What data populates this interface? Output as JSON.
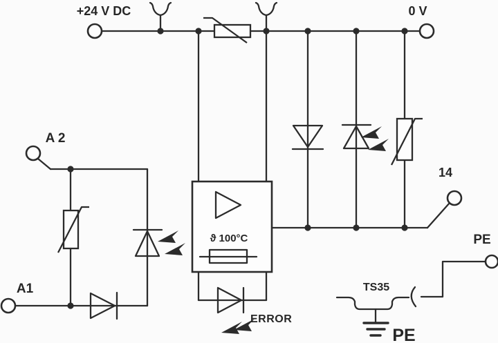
{
  "diagram": {
    "type": "wiring-schematic",
    "description": "Relay/optocoupler terminal block circuit diagram",
    "labels": {
      "supply_positive": "+24 V DC",
      "supply_zero": "0 V",
      "input_a2": "A 2",
      "input_a1": "A1",
      "output_14": "14",
      "pe_terminal": "PE",
      "mounting_rail": "TS35",
      "pe_ground": "PE",
      "error_led": "ERROR",
      "temperature_threshold": "ϑ 100°C"
    },
    "colors": {
      "line": "#2b2b2b",
      "text": "#262626",
      "background": "#fbfbfb"
    }
  }
}
